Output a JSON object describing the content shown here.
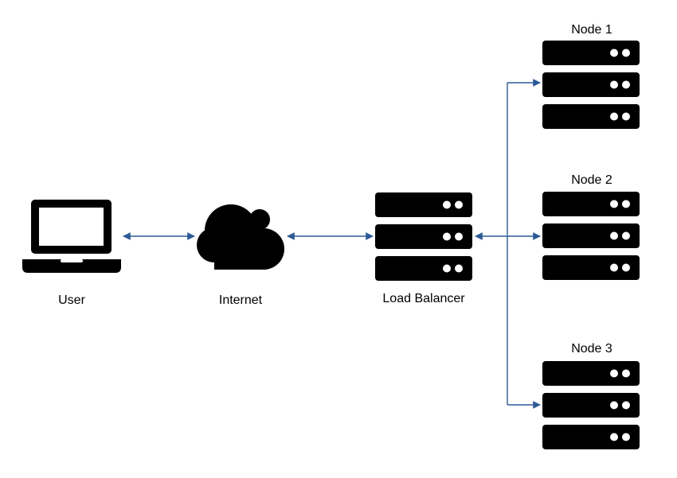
{
  "nodes": {
    "user": {
      "label": "User",
      "icon": "laptop-icon"
    },
    "internet": {
      "label": "Internet",
      "icon": "cloud-icon"
    },
    "load_balancer": {
      "label": "Load Balancer",
      "icon": "server-stack-icon"
    },
    "node1": {
      "label": "Node 1",
      "icon": "server-stack-icon"
    },
    "node2": {
      "label": "Node 2",
      "icon": "server-stack-icon"
    },
    "node3": {
      "label": "Node 3",
      "icon": "server-stack-icon"
    }
  },
  "edges": [
    {
      "from": "user",
      "to": "internet",
      "direction": "both"
    },
    {
      "from": "internet",
      "to": "load_balancer",
      "direction": "both"
    },
    {
      "from": "load_balancer",
      "to": "node1",
      "direction": "forward"
    },
    {
      "from": "load_balancer",
      "to": "node2",
      "direction": "both"
    },
    {
      "from": "load_balancer",
      "to": "node3",
      "direction": "forward"
    }
  ],
  "colors": {
    "connector": "#2d5a96",
    "icon": "#000000",
    "led": "#ffffff",
    "background": "#ffffff"
  }
}
